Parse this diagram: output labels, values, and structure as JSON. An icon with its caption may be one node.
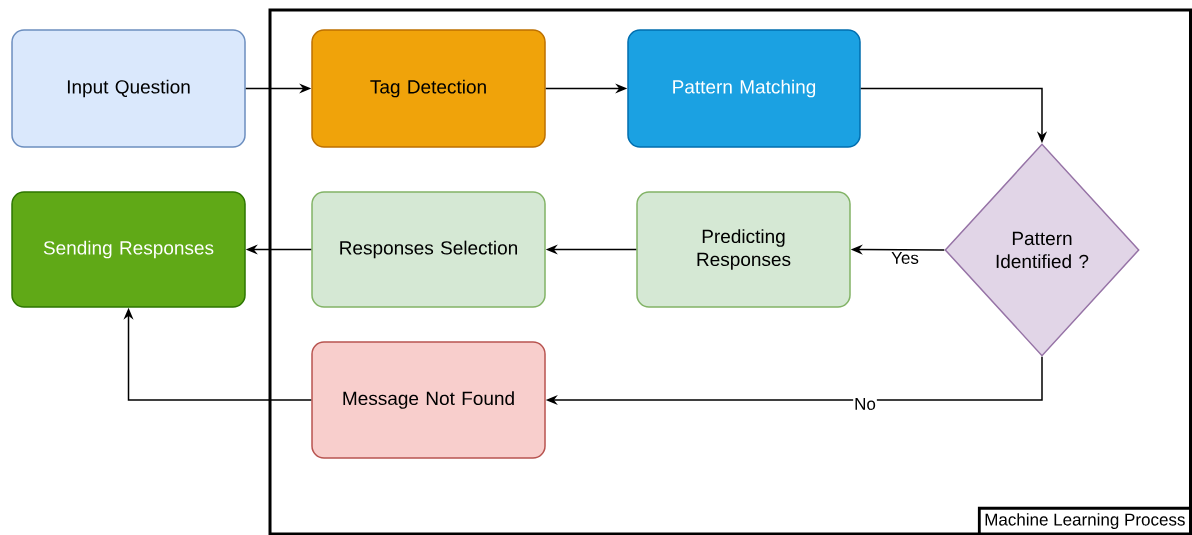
{
  "diagram": {
    "nodes": [
      {
        "text": [
          "Machine Learning Process"
        ]
      },
      {
        "text": [
          "Input Question"
        ]
      },
      {
        "text": [
          "Tag Detection"
        ],
        "in": 0
      },
      {
        "text": [
          "Pattern Matching"
        ],
        "in": 0
      },
      {
        "text": [
          "Pattern Identified ?"
        ],
        "in": 0
      },
      {
        "text": [
          "Predicting Responses"
        ],
        "in": 0
      },
      {
        "text": [
          "Responses Selection"
        ],
        "in": 0
      },
      {
        "text": [
          "Sending Responses"
        ]
      },
      {
        "text": [
          "Message Not Found"
        ],
        "in": 0
      }
    ],
    "edges": [
      {
        "from": 1,
        "to": 2,
        "arrow": "to"
      },
      {
        "from": 2,
        "to": 3,
        "arrow": "to"
      },
      {
        "from": 3,
        "to": 4,
        "arrow": "to"
      },
      {
        "from": 4,
        "to": 5,
        "arrow": "to",
        "label": "Yes"
      },
      {
        "from": 5,
        "to": 6,
        "arrow": "to"
      },
      {
        "from": 6,
        "to": 7,
        "arrow": "to"
      },
      {
        "from": 4,
        "to": 8,
        "arrow": "to",
        "label": "No"
      },
      {
        "from": 8,
        "to": 7,
        "arrow": "to"
      }
    ]
  }
}
